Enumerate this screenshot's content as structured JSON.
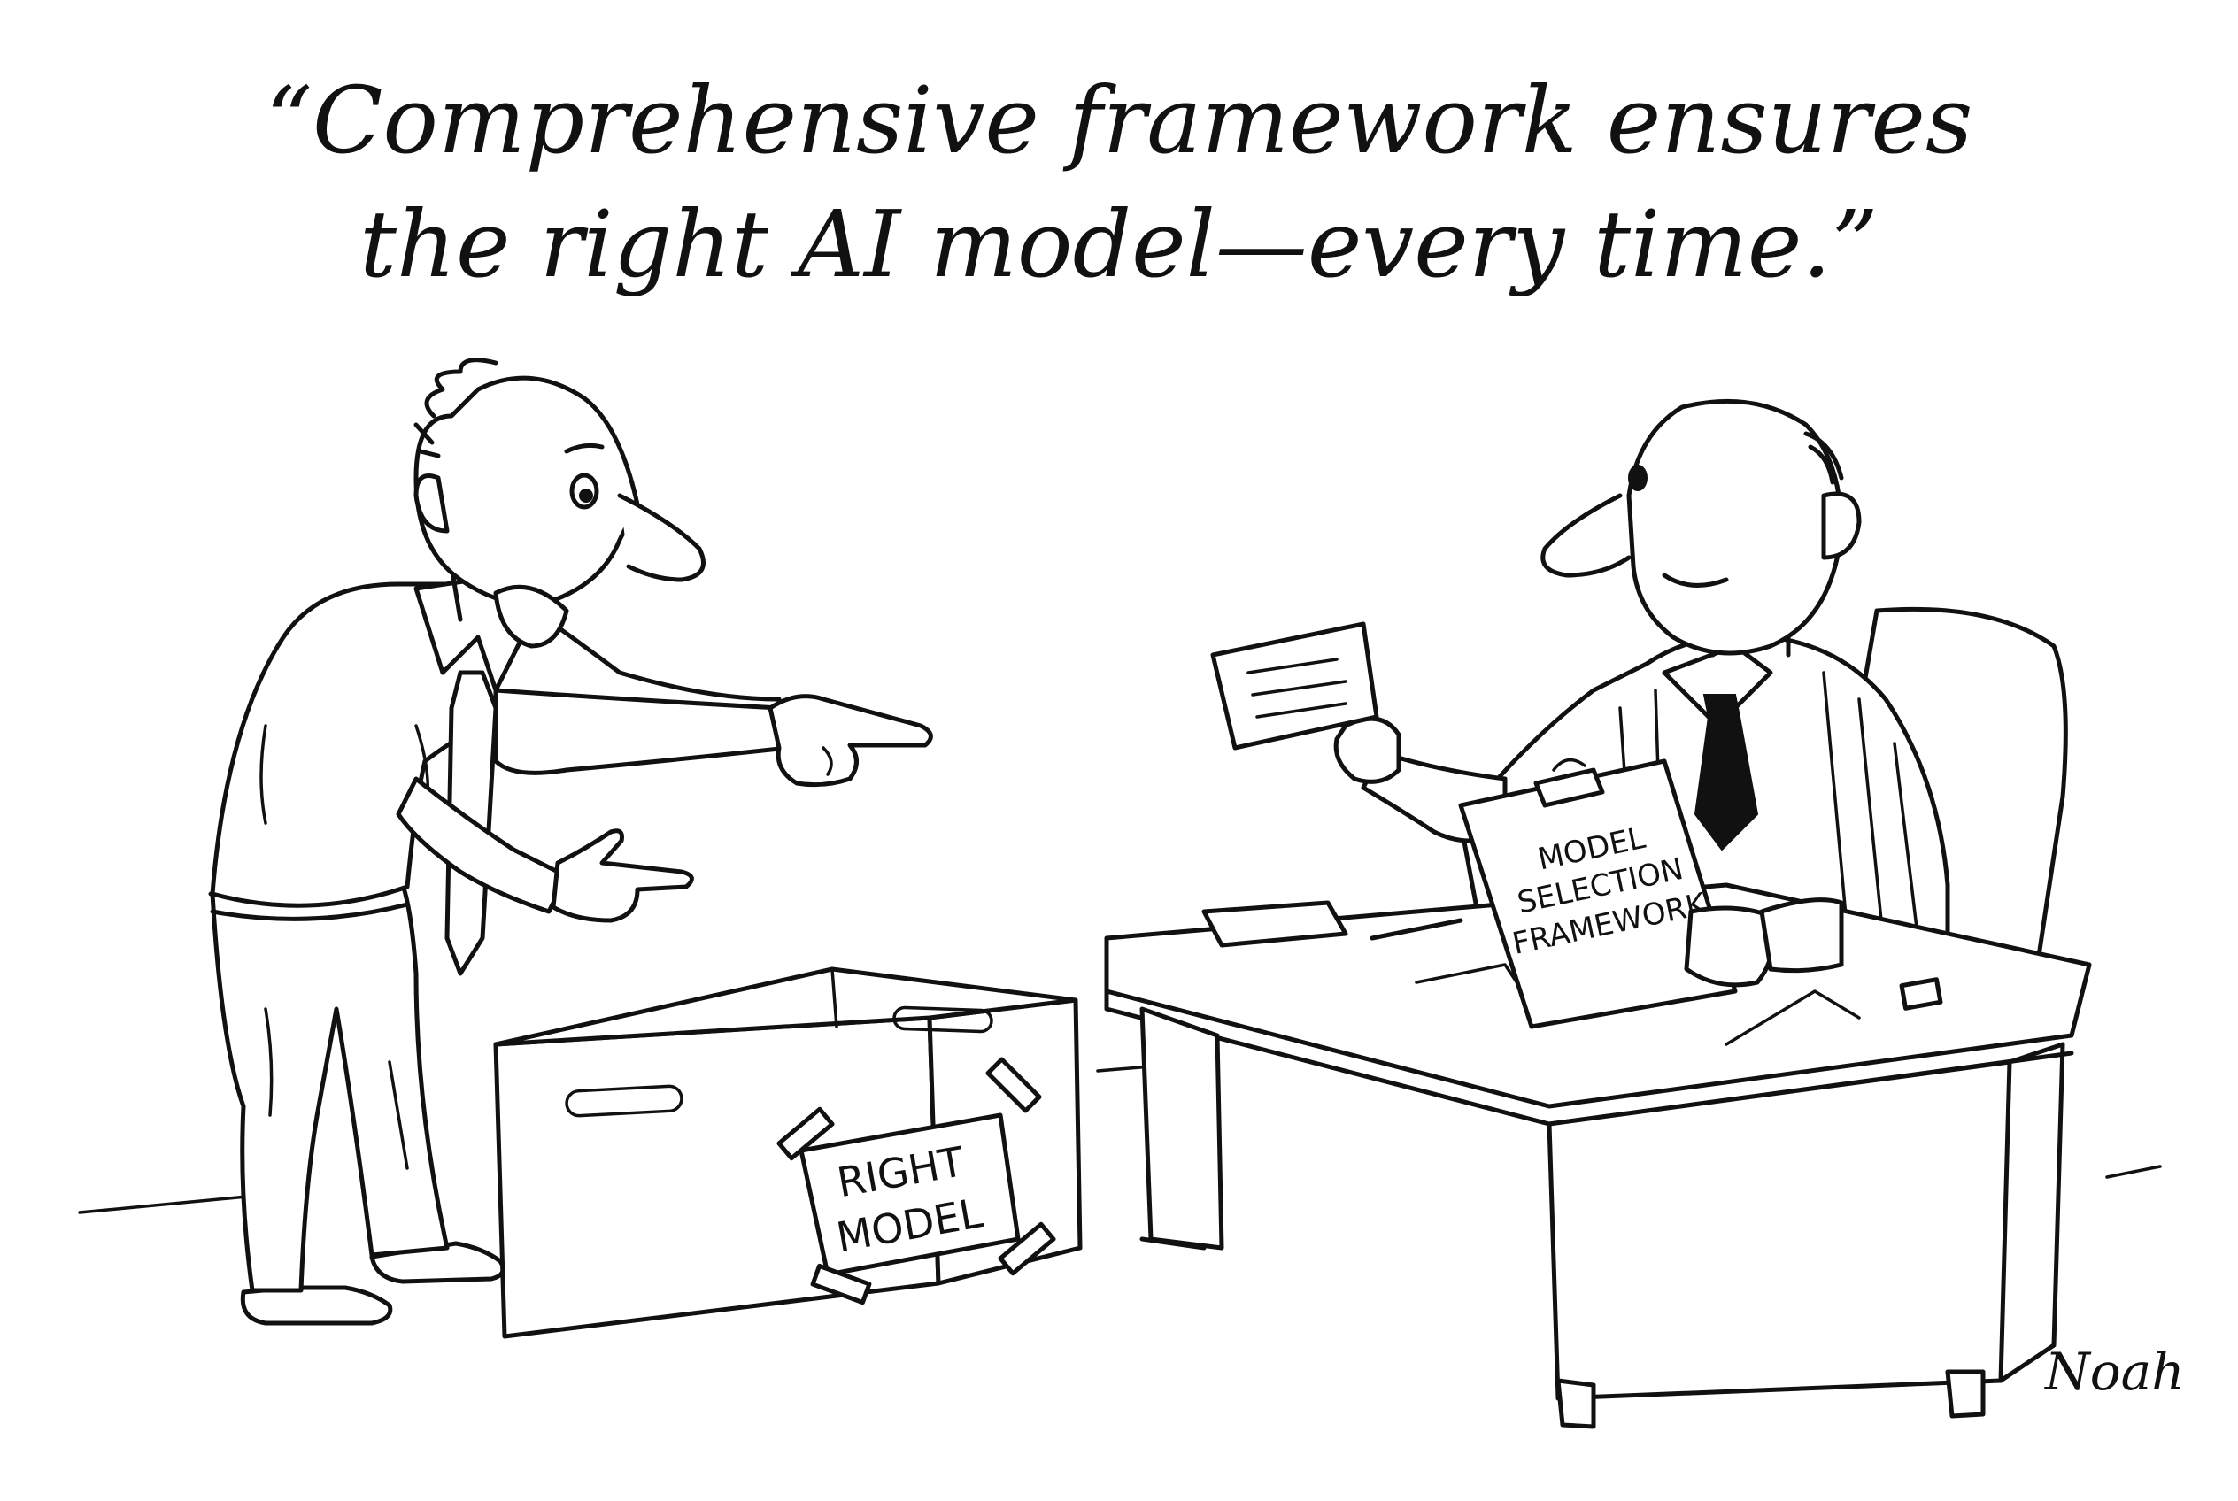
{
  "caption": {
    "line1": "“Comprehensive framework ensures",
    "line2": "the right AI model—every time.”"
  },
  "box_label": {
    "line1": "RIGHT",
    "line2": "MODEL"
  },
  "clipboard_label": {
    "line1": "MODEL",
    "line2": "SELECTION",
    "line3": "FRAMEWORK"
  },
  "signature": "Noah",
  "colors": {
    "ink": "#111111",
    "paper": "#ffffff"
  }
}
